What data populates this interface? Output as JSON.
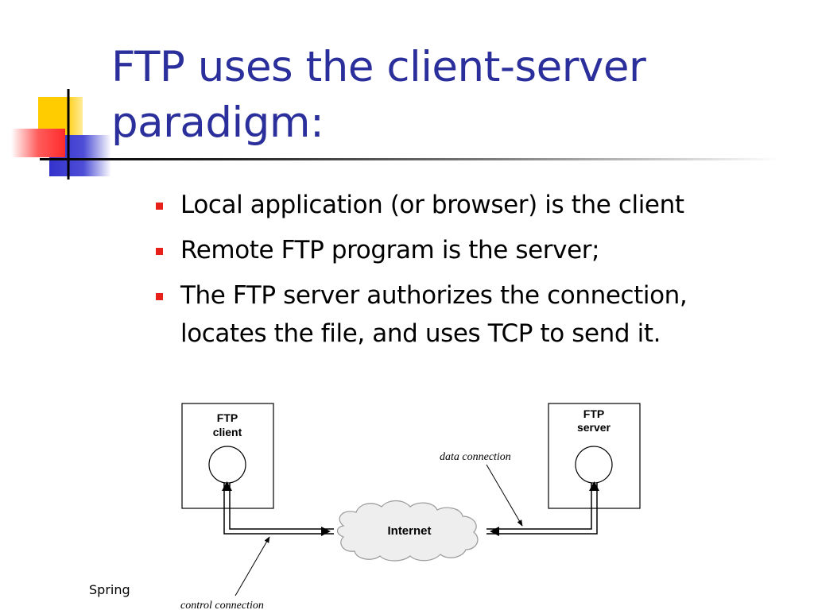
{
  "slide": {
    "title_lines": [
      "FTP uses the client-server",
      "paradigm:"
    ],
    "bullets": [
      {
        "lines": [
          "Local application (or browser) is the client"
        ]
      },
      {
        "lines": [
          "Remote FTP program is the server;"
        ]
      },
      {
        "lines": [
          "The FTP server authorizes the connection,",
          "locates the file, and  uses TCP to send it."
        ]
      }
    ],
    "footer": "Spring"
  },
  "diagram": {
    "client_box": {
      "line1": "FTP",
      "line2": "client"
    },
    "server_box": {
      "line1": "FTP",
      "line2": "server"
    },
    "cloud_label": "Internet",
    "data_connection_label": "data connection",
    "control_connection_label": "control connection"
  },
  "colors": {
    "title": "#2b2f9c",
    "bullet_marker": "#e8201a",
    "deco_yellow": "#ffcc00",
    "deco_blue": "#3333cc",
    "deco_red": "#ff3333"
  }
}
